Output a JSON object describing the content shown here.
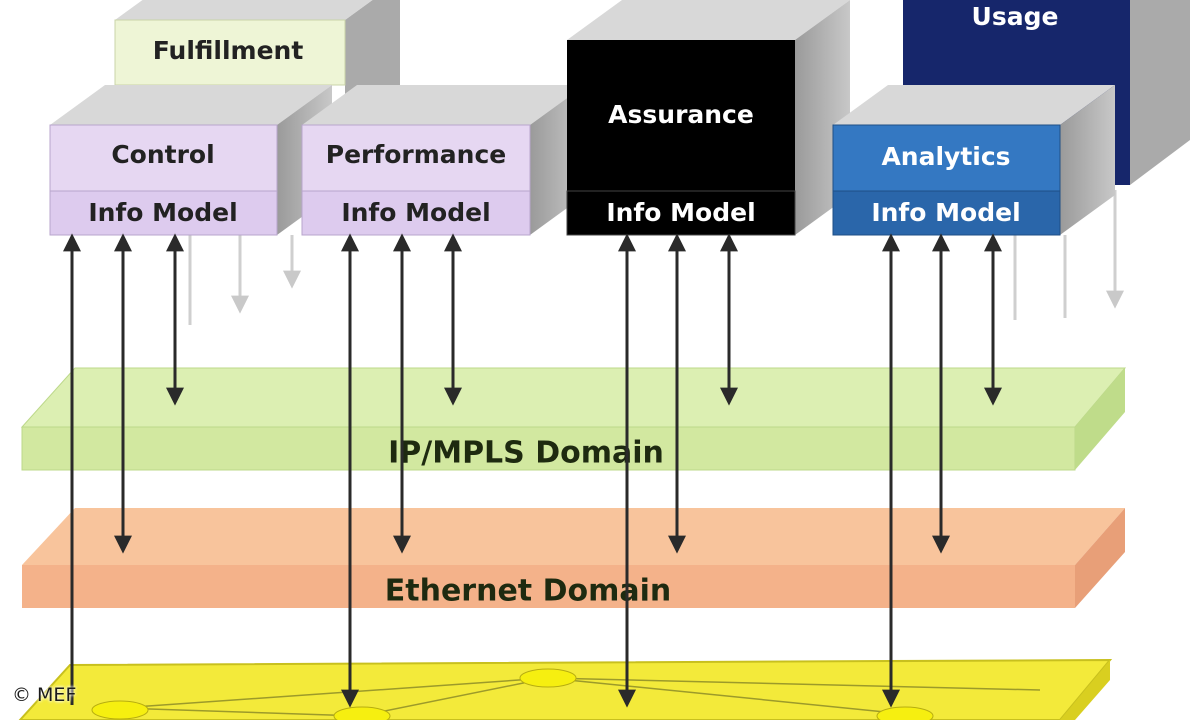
{
  "modules": {
    "fulfillment": {
      "title": "Fulfillment"
    },
    "usage": {
      "title": "Usage"
    },
    "control": {
      "title": "Control",
      "sub": "Info Model"
    },
    "performance": {
      "title": "Performance",
      "sub": "Info Model"
    },
    "assurance": {
      "title": "Assurance",
      "sub": "Info Model"
    },
    "analytics": {
      "title": "Analytics",
      "sub": "Info Model"
    }
  },
  "domains": {
    "ip_mpls": {
      "label": "IP/MPLS Domain"
    },
    "ethernet": {
      "label": "Ethernet Domain"
    }
  },
  "colors": {
    "fulfillment": "#eef5d6",
    "control": "#e6d7f2",
    "performance": "#e6d7f2",
    "assurance": "#000000",
    "analytics": "#2e6fb8",
    "usage": "#16266b",
    "ip_mpls": "#d6eca6",
    "ethernet": "#f7bf96",
    "optical": "#f2ea3a"
  },
  "credit": "© MEF"
}
